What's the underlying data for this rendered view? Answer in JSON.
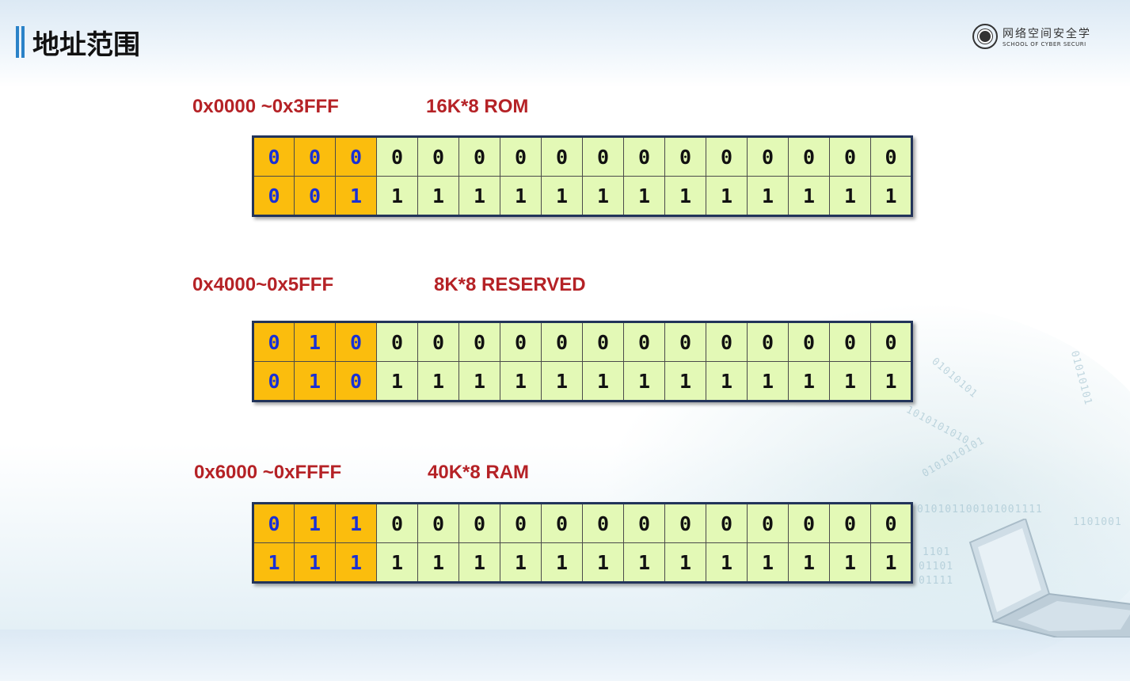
{
  "header": {
    "title": "地址范围",
    "logo": {
      "cn": "网络空间安全学",
      "en": "SCHOOL OF CYBER SECURI"
    }
  },
  "decor_binary": [
    "01010101",
    "1010101010",
    "0101010101",
    "01010101",
    "010101100101001111",
    "1101001",
    "1101",
    "01101",
    "01111"
  ],
  "sections": [
    {
      "range": "0x0000 ~0x3FFF",
      "desc": "16K*8 ROM",
      "rows": [
        [
          "0",
          "0",
          "0",
          "0",
          "0",
          "0",
          "0",
          "0",
          "0",
          "0",
          "0",
          "0",
          "0",
          "0",
          "0",
          "0"
        ],
        [
          "0",
          "0",
          "1",
          "1",
          "1",
          "1",
          "1",
          "1",
          "1",
          "1",
          "1",
          "1",
          "1",
          "1",
          "1",
          "1"
        ]
      ]
    },
    {
      "range": "0x4000~0x5FFF",
      "desc": "8K*8 RESERVED",
      "rows": [
        [
          "0",
          "1",
          "0",
          "0",
          "0",
          "0",
          "0",
          "0",
          "0",
          "0",
          "0",
          "0",
          "0",
          "0",
          "0",
          "0"
        ],
        [
          "0",
          "1",
          "0",
          "1",
          "1",
          "1",
          "1",
          "1",
          "1",
          "1",
          "1",
          "1",
          "1",
          "1",
          "1",
          "1"
        ]
      ]
    },
    {
      "range": "0x6000 ~0xFFFF",
      "desc": "40K*8 RAM",
      "rows": [
        [
          "0",
          "1",
          "1",
          "0",
          "0",
          "0",
          "0",
          "0",
          "0",
          "0",
          "0",
          "0",
          "0",
          "0",
          "0",
          "0"
        ],
        [
          "1",
          "1",
          "1",
          "1",
          "1",
          "1",
          "1",
          "1",
          "1",
          "1",
          "1",
          "1",
          "1",
          "1",
          "1",
          "1"
        ]
      ]
    }
  ],
  "colors": {
    "high_bits_bg": "#fbbd0d",
    "high_bits_text": "#1930d6",
    "low_bits_bg": "#e3f9b6",
    "label_red": "#b52226",
    "title_bar_blue": "#2a82c8"
  }
}
